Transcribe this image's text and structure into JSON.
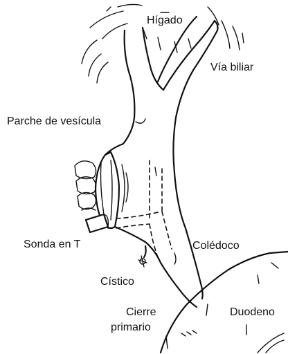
{
  "labels": {
    "higado": "Hígado",
    "via_biliar": "Vía biliar",
    "parche": "Parche de vesícula",
    "sonda": "Sonda en T",
    "coledoco": "Colédoco",
    "cistico": "Cístico",
    "cierre_line1": "Cierre",
    "cierre_line2": "primario",
    "duodeno": "Duodeno"
  }
}
